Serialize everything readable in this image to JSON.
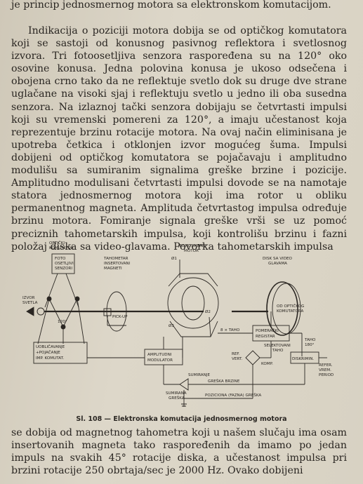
{
  "text": {
    "top_fragment": "je princip jednosmernog motora sa elektronskom komutacijom.",
    "main_paragraph": "Indikacija o poziciji motora dobija se od optičkog komutatora koji se sastoji od konusnog pasivnog reflektora i svetlosnog izvora. Tri fotoosetljiva senzora raspoređena su na 120° oko osovine konusa. Jedna polovina konusa je ukoso odsečena i obojena crno tako da ne reflektuje svetlo dok su druge dve strane uglačane na visoki sjaj i reflektuju svetlo u jedno ili oba susedna senzora. Na izlaznoj tački senzora dobijaju se četvrtasti impulsi koji su vremenski pomereni za 120°, a imaju učestanost koja reprezentuje brzinu rotacije motora. Na ovaj način eliminisana je upotreba četkica i otklonjen izvor mogućeg šuma. Impulsi dobijeni od optičkog komutatora se pojačavaju i amplitudno modulišu sa sumiranim signalima greške brzine i pozicije. Amplitudno modulisani četvrtasti impulsi dovode se na namotaje statora jednosmernog motora koji ima rotor u obliku permanentnog magneta. Amplituda četvrtastog impulsa određuje brzinu motora. Fomiranje signala greške vrši se uz pomoć preciznih tahometarskih impulsa, koji kontrolišu brzinu i fazni položaj diska sa video-glavama. Povorka tahometarskih impulsa",
    "bottom_paragraph": "se dobija od magnetnog tahometra koji u našem slučaju ima osam insertovanih magneta tako raspoređenih da imamo po jedan impuls na svakih 45° rotacije diska, a učestanost impulsa pri brzini rotacije 250 obrtaja/sec je 2000 Hz. Ovako dobijeni"
  },
  "figure": {
    "caption": "Sl. 108 — Elektronska komutacija jednosmernog motora",
    "labels": {
      "opticki_komutator": [
        "OPTIČKI",
        "KOMUTATOR"
      ],
      "foto_senzori": [
        "FOTO",
        "OSETLJIVI",
        "SENZORI"
      ],
      "izvor_svetla": [
        "IZVOR",
        "SVETLA"
      ],
      "tahometar": [
        "TAHOMETAR",
        "INSERTOVANI",
        "MAGNETI"
      ],
      "jednosmerni_motor": [
        "JEDNOSMERNI",
        "MOTOR"
      ],
      "disk": [
        "DISK SA VIDEO",
        "GLAVAMA"
      ],
      "pick_up": "PICK-UP",
      "phi1": "Ø1",
      "phi2": "Ø2",
      "phi3": "Ø3",
      "angle_120": "120°",
      "od_optickog": [
        "OD OPTIČKOG",
        "KOMUTATORA"
      ],
      "b_taho": "8 × TAHO",
      "pomeracki_registar": [
        "POMERAČKI",
        "REGISTAR"
      ],
      "taho_180": [
        "TAHO",
        "180°"
      ],
      "selektovani_taho": [
        "SELEKTOVANI",
        "TAHO"
      ],
      "ref_vert": [
        "REF.",
        "VERT."
      ],
      "komp": "KOMP.",
      "diskriminator": "DISKRIMIN.",
      "refer_vrem": [
        "REFER.",
        "VREM.",
        "PERIOD"
      ],
      "uobličavanje": [
        "UOBLIČAVANJE",
        "+POJAČANJE",
        "IMP. KOMUTAT."
      ],
      "amplitudni_modulator": [
        "AMPLITUDNI",
        "MODULATOR"
      ],
      "sumiranje": "SUMIRANJE",
      "greska_brzine": "GREŠKA BRZINE",
      "sumirana_greska": [
        "SUMIRANA",
        "GREŠKA"
      ],
      "poziciona_greska": "POZICIONA (FAZNA) GREŠKA"
    }
  }
}
